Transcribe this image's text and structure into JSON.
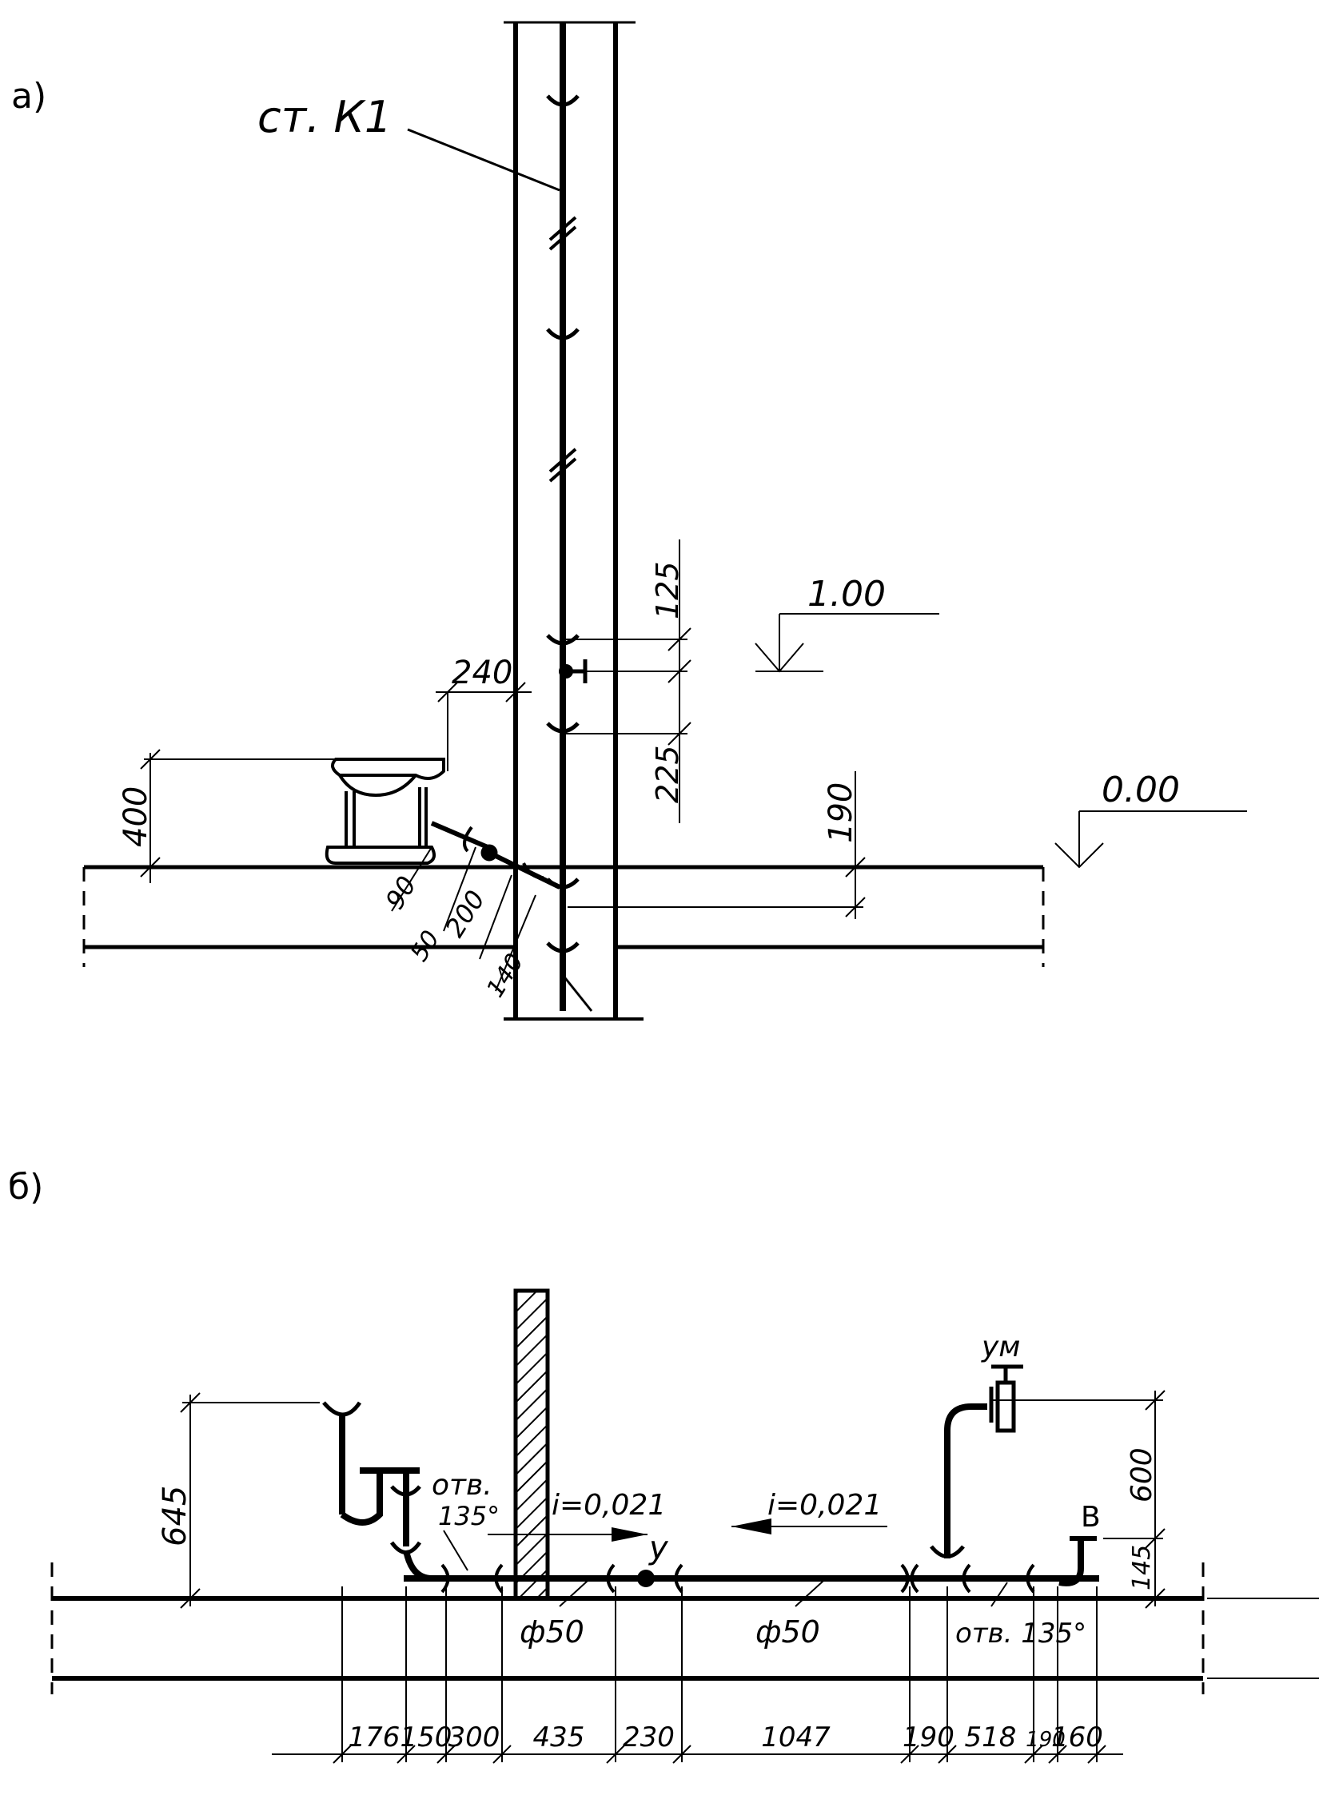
{
  "section_a": {
    "label": "а)",
    "riser_label": "ст. К1",
    "dims": {
      "d125": "125",
      "d225": "225",
      "d190": "190",
      "d240": "240",
      "d400": "400",
      "d90": "90",
      "d200": "200",
      "d50": "50",
      "d140": "140"
    },
    "levels": {
      "upper": "1.00",
      "floor": "0.00"
    }
  },
  "section_b": {
    "label": "б)",
    "dim_height_left": "645",
    "dim_height_right_top": "600",
    "dim_height_right_bottom": "145",
    "bend_left_label": "отв.",
    "bend_left_angle": "135°",
    "bend_right_label": "отв. 135°",
    "slope_left": "i=0,021",
    "slope_right": "i=0,021",
    "node_y": "у",
    "node_ym": "ум",
    "node_b": "В",
    "pipe_dia_left": "ф50",
    "pipe_dia_right": "ф50",
    "bottom_dims": [
      "176",
      "150",
      "300",
      "435",
      "230",
      "1047",
      "190",
      "518",
      "190",
      "160"
    ]
  }
}
